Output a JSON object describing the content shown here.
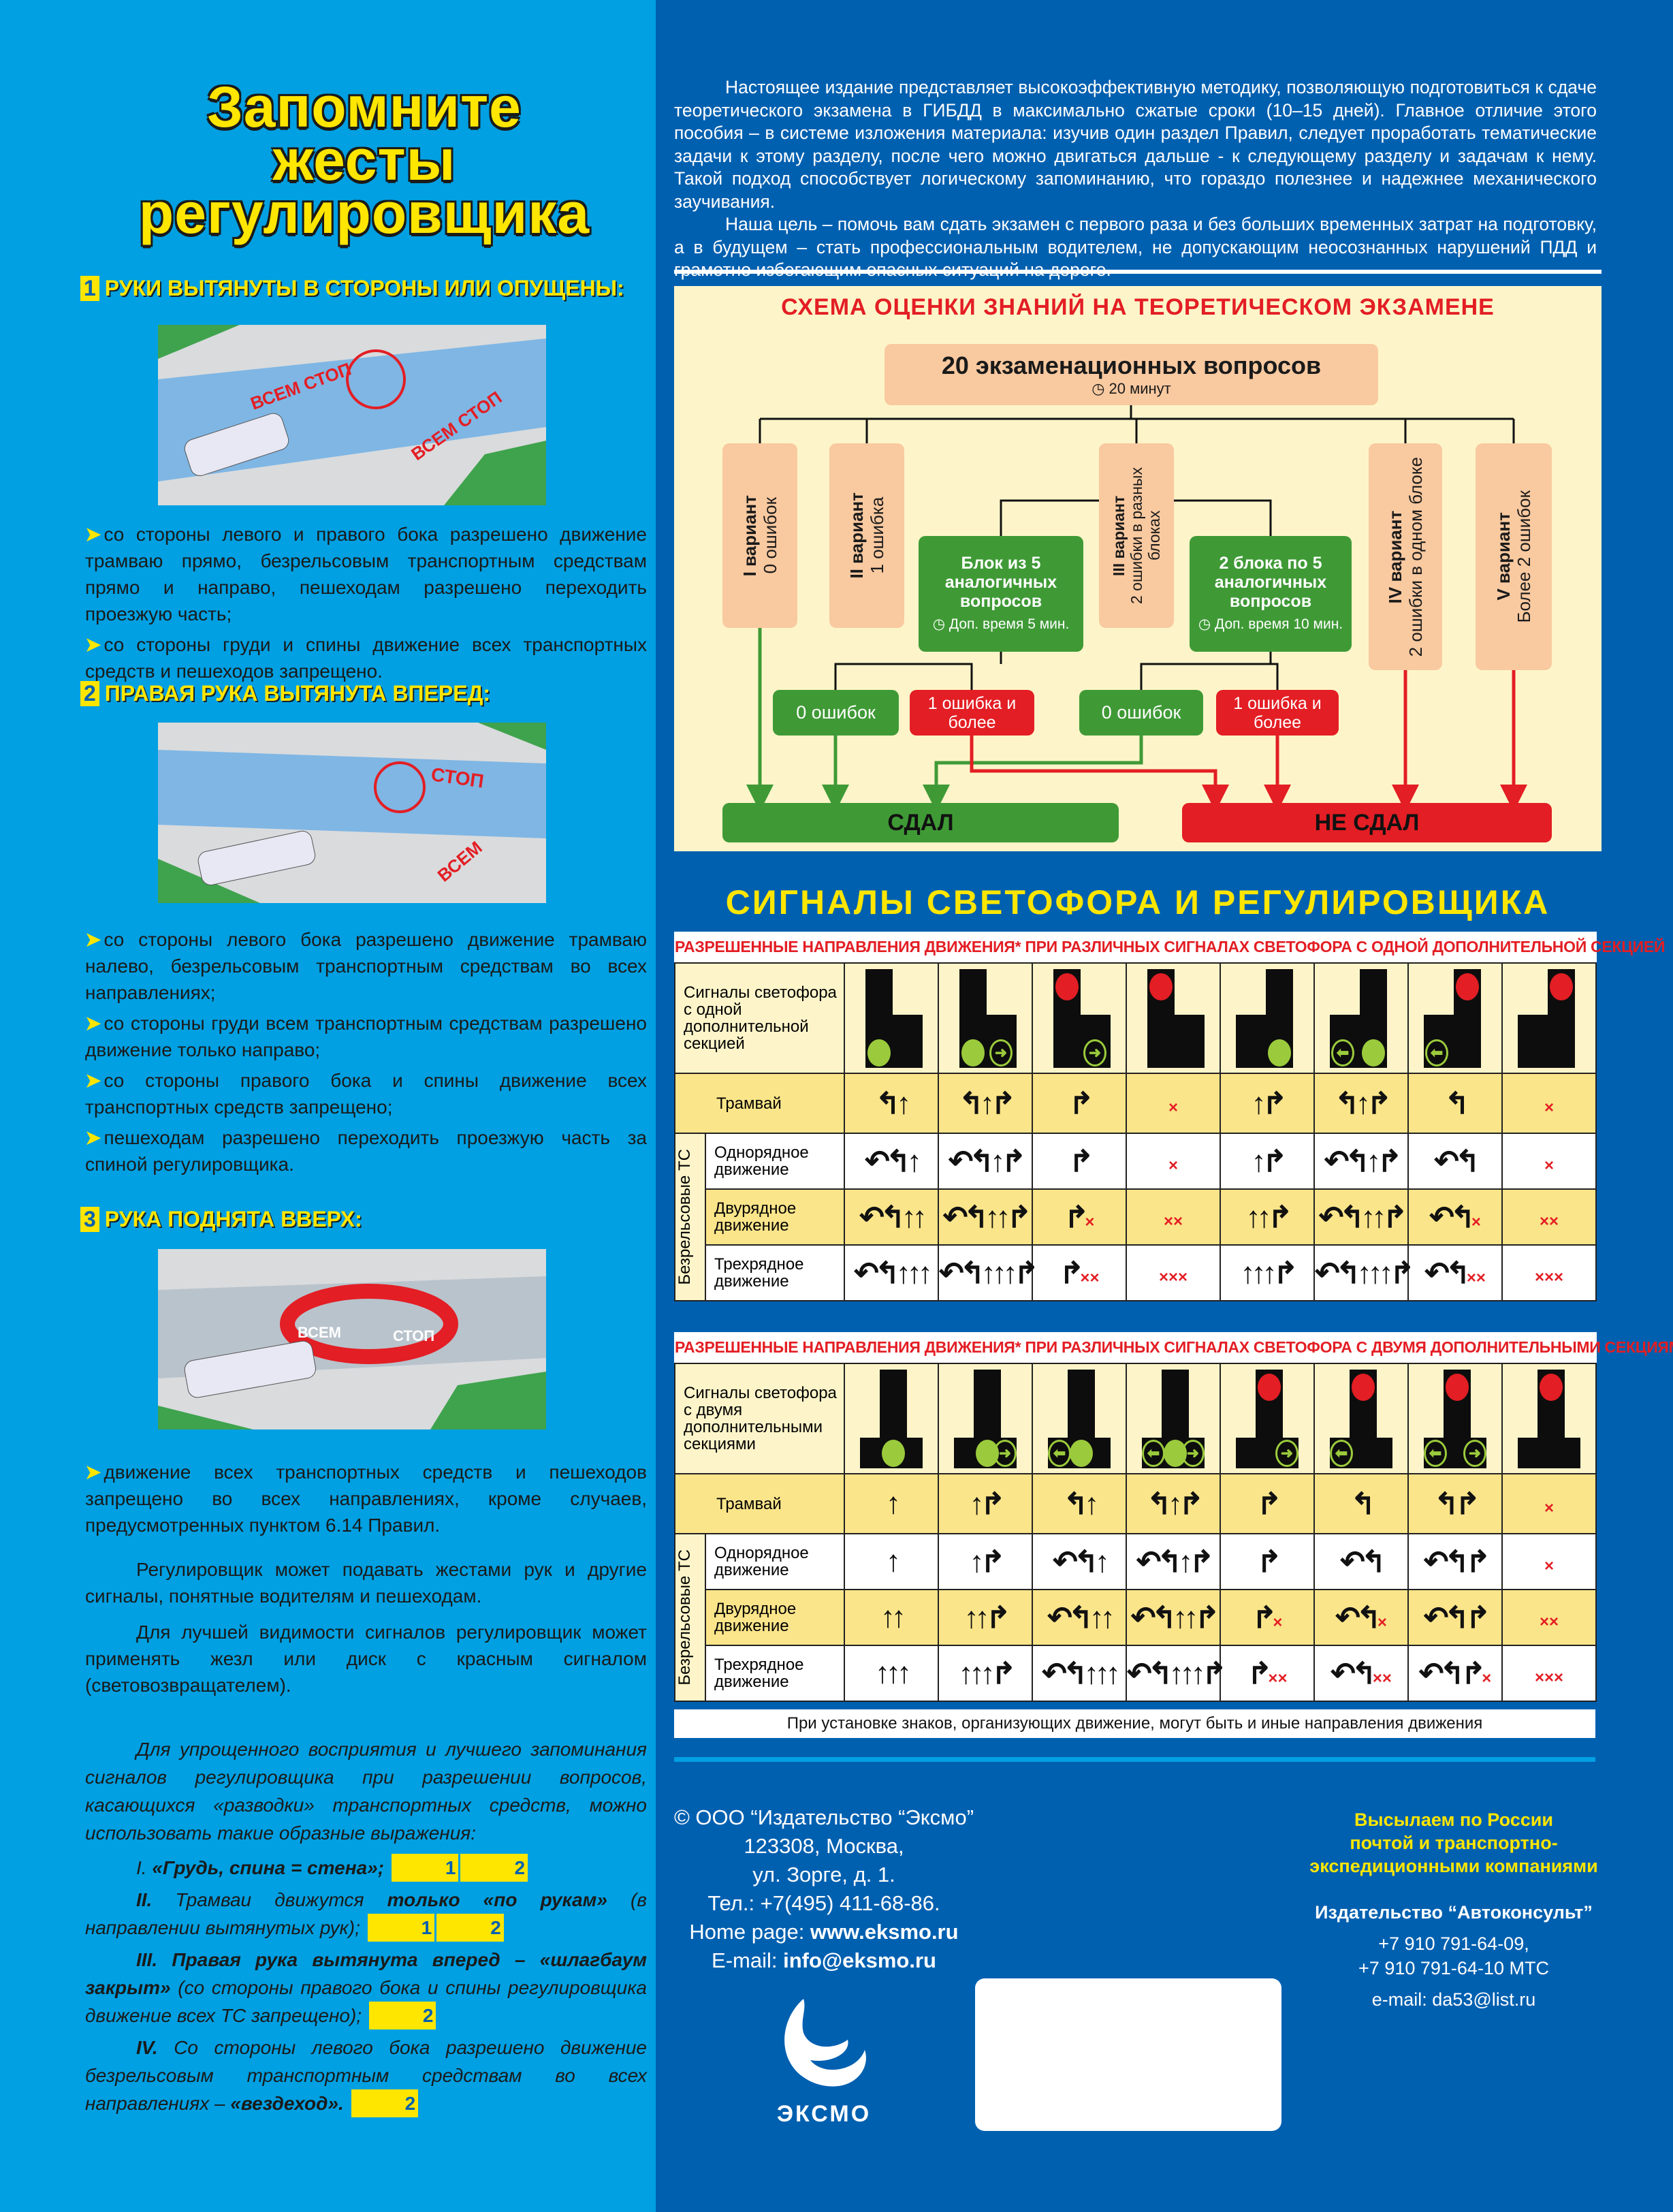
{
  "left": {
    "title": [
      "Запомните",
      "жесты",
      "регулировщика"
    ],
    "sections": [
      {
        "num": "1",
        "heading": "РУКИ ВЫТЯНУТЫ В СТОРОНЫ ИЛИ ОПУЩЕНЫ:",
        "illustration_labels": [
          "ВСЕМ СТОП",
          "ВСЕМ СТОП"
        ],
        "bullets": [
          "со стороны левого и правого бока разрешено движение трамваю прямо, безрельсовым транспортным средствам прямо и направо, пешеходам разрешено переходить проезжую часть;",
          "со стороны груди и спины движение всех транспортных средств и пешеходов запрещено."
        ]
      },
      {
        "num": "2",
        "heading": "ПРАВАЯ РУКА ВЫТЯНУТА ВПЕРЕД:",
        "illustration_labels": [
          "СТОП",
          "ВСЕМ"
        ],
        "bullets": [
          "со стороны левого бока разрешено движение трамваю налево, безрельсовым транспортным средствам во всех направлениях;",
          "со стороны груди всем транспортным средствам разрешено движение только направо;",
          "со стороны правого бока и спины движение всех транспортных средств запрещено;",
          "пешеходам разрешено переходить проезжую часть за спиной регулировщика."
        ]
      },
      {
        "num": "3",
        "heading": "РУКА ПОДНЯТА ВВЕРХ:",
        "illustration_labels": [
          "ВСЕМ",
          "СТОП"
        ],
        "bullets": [
          "движение всех транспортных средств и пешеходов запрещено во всех направлениях, кроме случаев, предусмотренных пунктом 6.14 Правил."
        ]
      }
    ],
    "paragraphs": [
      "Регулировщик может подавать жестами рук и другие сигналы, понятные водителям и пешеходам.",
      "Для лучшей видимости сигналов регулировщик может применять жезл или диск с красным сигналом (световозвращателем)."
    ],
    "mnemonic_intro": "Для упрощенного восприятия и лучшего запоминания сигналов регулировщика при разрешении вопросов, касающихся «разводки» транспортных средств, можно использовать такие образные выражения:",
    "mnemonics": [
      {
        "num": "I.",
        "bold": "«Грудь, спина = стена»;",
        "rest": "",
        "badges": [
          "1",
          "2"
        ]
      },
      {
        "num": "II.",
        "pre": "Трамваи движутся ",
        "bold": "только «по рукам»",
        "rest": " (в направлении вытянутых рук);",
        "badges": [
          "1",
          "2"
        ]
      },
      {
        "num": "III.",
        "bold": "Правая рука вытянута вперед – «шлагбаум закрыт»",
        "rest": " (со стороны правого бока и спины регулировщика движение всех ТС запрещено);",
        "badges": [
          "2"
        ]
      },
      {
        "num": "IV.",
        "pre": "Со стороны левого бока разрешено движение безрельсовым транспортным средствам во всех направлениях – ",
        "bold": "«вездеход».",
        "rest": "",
        "badges": [
          "2"
        ]
      }
    ]
  },
  "intro": [
    "Настоящее издание представляет высокоэффективную методику, позволяющую подготовиться к сдаче теоретического экзамена в ГИБДД в максимально сжатые сроки (10–15 дней). Главное отличие этого пособия – в системе изложения материала: изучив один раздел Правил, следует проработать тематические задачи к этому разделу, после чего можно двигаться дальше - к следующему разделу и задачам к нему. Такой подход способствует логическому запоминанию, что гораздо полезнее и надежнее механического заучивания.",
    "Наша цель – помочь вам сдать экзамен с первого раза и без больших временных затрат на подготовку, а в будущем – стать профессиональным водителем, не допускающим неосознанных нарушений ПДД и грамотно избегающим опасных ситуаций на дороге."
  ],
  "schema": {
    "title": "СХЕМА ОЦЕНКИ ЗНАНИЙ НА ТЕОРЕТИЧЕСКОМ ЭКЗАМЕНЕ",
    "header": "20 экзаменационных вопросов",
    "header_time": "20 минут",
    "variants": [
      {
        "name": "I вариант",
        "desc": "0 ошибок"
      },
      {
        "name": "II вариант",
        "desc": "1 ошибка"
      },
      {
        "name": "III вариант",
        "desc": "2 ошибки в разных блоках"
      },
      {
        "name": "IV вариант",
        "desc": "2 ошибки в одном блоке"
      },
      {
        "name": "V вариант",
        "desc": "Более 2 ошибок"
      }
    ],
    "block1": {
      "title": "Блок из 5 аналогичных вопросов",
      "time": "Доп. время 5 мин."
    },
    "block2": {
      "title": "2 блока по 5 аналогичных вопросов",
      "time": "Доп. время 10 мин."
    },
    "zero_errors": "0 ошибок",
    "one_plus": "1 ошибка и более",
    "pass": "СДАЛ",
    "fail": "НЕ СДАЛ",
    "colors": {
      "green": "#3f9a36",
      "red": "#e31e24",
      "peach": "#f9c9a0"
    }
  },
  "signals_title": "СИГНАЛЫ СВЕТОФОРА И РЕГУЛИРОВЩИКА",
  "tables": [
    {
      "caption": "РАЗРЕШЕННЫЕ НАПРАВЛЕНИЯ ДВИЖЕНИЯ* ПРИ РАЗЛИЧНЫХ СИГНАЛАХ СВЕТОФОРА С ОДНОЙ ДОПОЛНИТЕЛЬНОЙ СЕКЦИЕЙ",
      "signal_label": "Сигналы светофора с одной дополнительной секцией",
      "signals": [
        {
          "main": "green",
          "side": "right",
          "lit": []
        },
        {
          "main": "green",
          "side": "right",
          "lit": [
            "right"
          ]
        },
        {
          "main": "red",
          "side": "right",
          "lit": [
            "right"
          ]
        },
        {
          "main": "red",
          "side": "right",
          "lit": []
        },
        {
          "main": "green",
          "side": "left",
          "lit": []
        },
        {
          "main": "green",
          "side": "left",
          "lit": [
            "left"
          ]
        },
        {
          "main": "red",
          "side": "left",
          "lit": [
            "left"
          ]
        },
        {
          "main": "red",
          "side": "left",
          "lit": []
        }
      ],
      "group_label": "Безрельсовые ТС",
      "rows": [
        {
          "label": "Трамвай",
          "cells": [
            {
              "a": "↰↑",
              "x": ""
            },
            {
              "a": "↰↑↱",
              "x": ""
            },
            {
              "a": "↱",
              "x": ""
            },
            {
              "a": "",
              "x": "×"
            },
            {
              "a": "↑↱",
              "x": ""
            },
            {
              "a": "↰↑↱",
              "x": ""
            },
            {
              "a": "↰",
              "x": ""
            },
            {
              "a": "",
              "x": "×"
            }
          ]
        },
        {
          "label": "Однорядное движение",
          "cells": [
            {
              "a": "↶↰↑",
              "x": ""
            },
            {
              "a": "↶↰↑↱",
              "x": ""
            },
            {
              "a": "↱",
              "x": ""
            },
            {
              "a": "",
              "x": "×"
            },
            {
              "a": "↑↱",
              "x": ""
            },
            {
              "a": "↶↰↑↱",
              "x": ""
            },
            {
              "a": "↶↰",
              "x": ""
            },
            {
              "a": "",
              "x": "×"
            }
          ]
        },
        {
          "label": "Двурядное движение",
          "cells": [
            {
              "a": "↶↰↑↑",
              "x": ""
            },
            {
              "a": "↶↰↑↑↱",
              "x": ""
            },
            {
              "a": "↱",
              "x": "×"
            },
            {
              "a": "",
              "x": "××"
            },
            {
              "a": "↑↑↱",
              "x": ""
            },
            {
              "a": "↶↰↑↑↱",
              "x": ""
            },
            {
              "a": "↶↰",
              "x": "×"
            },
            {
              "a": "",
              "x": "××"
            }
          ]
        },
        {
          "label": "Трехрядное движение",
          "cells": [
            {
              "a": "↶↰↑↑↑",
              "x": ""
            },
            {
              "a": "↶↰↑↑↑↱",
              "x": ""
            },
            {
              "a": "↱",
              "x": "××"
            },
            {
              "a": "",
              "x": "×××"
            },
            {
              "a": "↑↑↑↱",
              "x": ""
            },
            {
              "a": "↶↰↑↑↑↱",
              "x": ""
            },
            {
              "a": "↶↰",
              "x": "××"
            },
            {
              "a": "",
              "x": "×××"
            }
          ]
        }
      ]
    },
    {
      "caption": "РАЗРЕШЕННЫЕ НАПРАВЛЕНИЯ ДВИЖЕНИЯ* ПРИ РАЗЛИЧНЫХ СИГНАЛАХ СВЕТОФОРА С ДВУМЯ ДОПОЛНИТЕЛЬНЫМИ СЕКЦИЯМИ",
      "signal_label": "Сигналы светофора с двумя дополнительными секциями",
      "signals": [
        {
          "main": "green",
          "side": "both",
          "lit": []
        },
        {
          "main": "green",
          "side": "both",
          "lit": [
            "right"
          ]
        },
        {
          "main": "green",
          "side": "both",
          "lit": [
            "left"
          ]
        },
        {
          "main": "green",
          "side": "both",
          "lit": [
            "left",
            "right"
          ]
        },
        {
          "main": "red",
          "side": "both",
          "lit": [
            "right"
          ]
        },
        {
          "main": "red",
          "side": "both",
          "lit": [
            "left"
          ]
        },
        {
          "main": "red",
          "side": "both",
          "lit": [
            "left",
            "right"
          ]
        },
        {
          "main": "red",
          "side": "both",
          "lit": []
        }
      ],
      "group_label": "Безрельсовые ТС",
      "rows": [
        {
          "label": "Трамвай",
          "cells": [
            {
              "a": "↑",
              "x": ""
            },
            {
              "a": "↑↱",
              "x": ""
            },
            {
              "a": "↰↑",
              "x": ""
            },
            {
              "a": "↰↑↱",
              "x": ""
            },
            {
              "a": "↱",
              "x": ""
            },
            {
              "a": "↰",
              "x": ""
            },
            {
              "a": "↰↱",
              "x": ""
            },
            {
              "a": "",
              "x": "×"
            }
          ]
        },
        {
          "label": "Однорядное движение",
          "cells": [
            {
              "a": "↑",
              "x": ""
            },
            {
              "a": "↑↱",
              "x": ""
            },
            {
              "a": "↶↰↑",
              "x": ""
            },
            {
              "a": "↶↰↑↱",
              "x": ""
            },
            {
              "a": "↱",
              "x": ""
            },
            {
              "a": "↶↰",
              "x": ""
            },
            {
              "a": "↶↰↱",
              "x": ""
            },
            {
              "a": "",
              "x": "×"
            }
          ]
        },
        {
          "label": "Двурядное движение",
          "cells": [
            {
              "a": "↑↑",
              "x": ""
            },
            {
              "a": "↑↑↱",
              "x": ""
            },
            {
              "a": "↶↰↑↑",
              "x": ""
            },
            {
              "a": "↶↰↑↑↱",
              "x": ""
            },
            {
              "a": "↱",
              "x": "×"
            },
            {
              "a": "↶↰",
              "x": "×"
            },
            {
              "a": "↶↰↱",
              "x": ""
            },
            {
              "a": "",
              "x": "××"
            }
          ]
        },
        {
          "label": "Трехрядное движение",
          "cells": [
            {
              "a": "↑↑↑",
              "x": ""
            },
            {
              "a": "↑↑↑↱",
              "x": ""
            },
            {
              "a": "↶↰↑↑↑",
              "x": ""
            },
            {
              "a": "↶↰↑↑↑↱",
              "x": ""
            },
            {
              "a": "↱",
              "x": "××"
            },
            {
              "a": "↶↰",
              "x": "××"
            },
            {
              "a": "↶↰↱",
              "x": "×"
            },
            {
              "a": "",
              "x": "×××"
            }
          ]
        }
      ]
    }
  ],
  "table_note": "При установке знаков, организующих движение, могут быть и иные направления движения",
  "publisher": {
    "lines": [
      "© ООО “Издательство “Эксмо”",
      "123308, Москва,",
      "ул. Зорге, д. 1.",
      "Тел.: +7(495) 411-68-86."
    ],
    "home_label": "Home page: ",
    "home": "www.eksmo.ru",
    "email_label": "E-mail: ",
    "email": "info@eksmo.ru",
    "logo_text": "ЭКСМО"
  },
  "shipping": {
    "lines": [
      "Высылаем по России",
      "почтой и транспортно-",
      "экспедиционными компаниями"
    ],
    "company": "Издательство “Автоконсульт”",
    "phones": [
      "+7 910 791-64-09,",
      "+7 910 791-64-10 МТС"
    ],
    "email": "e-mail: da53@list.ru"
  }
}
